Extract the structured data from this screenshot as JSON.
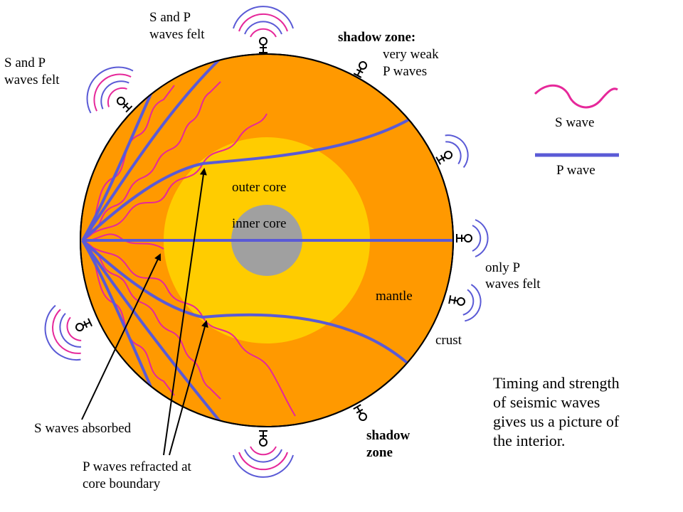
{
  "colors": {
    "mantle": "#ff9900",
    "outer_core": "#ffcc00",
    "inner_core": "#a0a0a0",
    "p_wave": "#5a5ad6",
    "s_wave": "#e6289a",
    "outline": "#000000"
  },
  "labels": {
    "sp_top_line1": "S and P",
    "sp_top_line2": "waves felt",
    "sp_left_line1": "S and P",
    "sp_left_line2": "waves felt",
    "shadow_top_title": "shadow zone:",
    "shadow_top_line1": "very weak",
    "shadow_top_line2": "P waves",
    "outer_core": "outer core",
    "inner_core": "inner core",
    "mantle": "mantle",
    "crust": "crust",
    "only_p_line1": "only P",
    "only_p_line2": "waves felt",
    "shadow_bottom_line1": "shadow",
    "shadow_bottom_line2": "zone",
    "s_absorbed": "S waves absorbed",
    "p_refracted_line1": "P waves refracted at",
    "p_refracted_line2": "core boundary"
  },
  "legend": {
    "s_wave": "S wave",
    "p_wave": "P wave"
  },
  "caption": {
    "line1": "Timing and strength",
    "line2": "of seismic waves",
    "line3": "gives us a picture of",
    "line4": "the interior."
  },
  "icons": {
    "seismometer": "seismometer-icon",
    "legend_s": "sine-wave-icon",
    "legend_p": "straight-line-icon"
  }
}
